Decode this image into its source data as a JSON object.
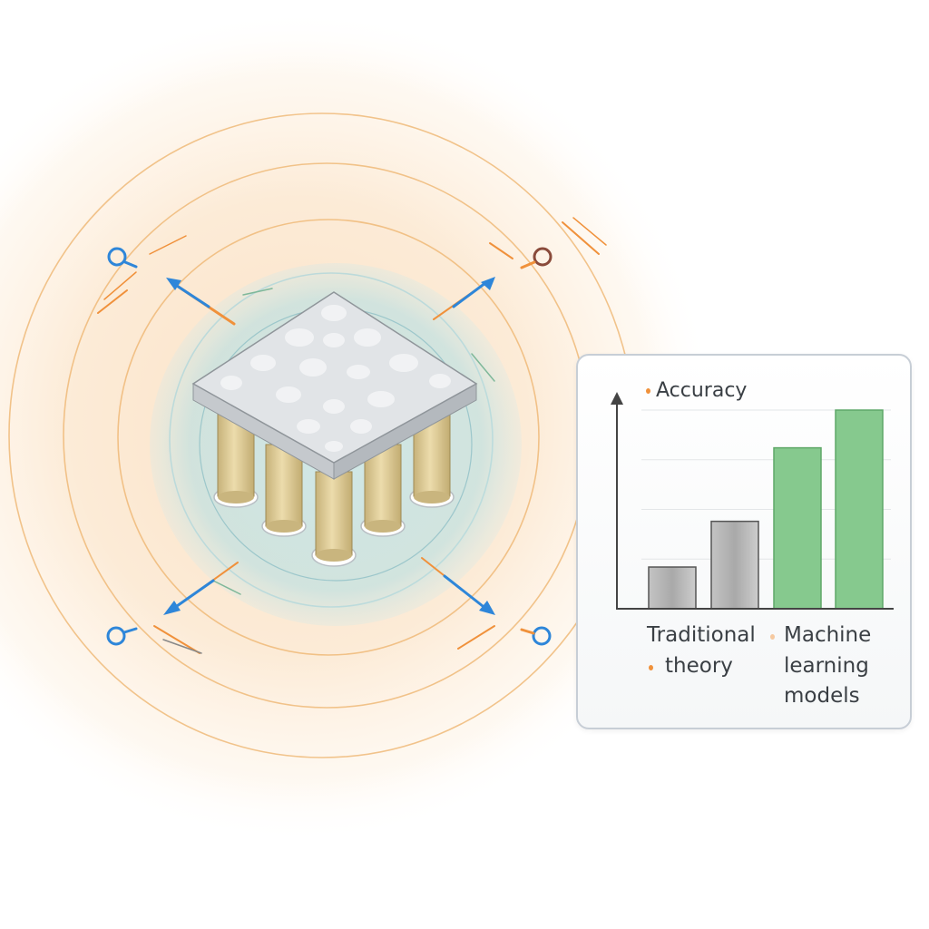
{
  "colors": {
    "ring_orange": "#f0b56b",
    "glow_teal": "#a9d7dc",
    "arrow_blue": "#2e86d9",
    "arrow_orange": "#f0913b",
    "bar_gray": "#a6a6a6",
    "bar_green": "#86c98e",
    "pillar_gold": "#d8c68f",
    "plate_gray": "#d9dcdf"
  },
  "icons": [
    "magnifier-icon",
    "magnifier-icon",
    "magnifier-icon",
    "magnifier-icon"
  ],
  "chart_data": {
    "type": "bar",
    "title": "Accuracy",
    "xlabel": "",
    "ylabel": "",
    "grid": true,
    "ylim": [
      0,
      10
    ],
    "categories": [
      "Traditional theory",
      "Machine learning models"
    ],
    "bars": [
      {
        "group": "Traditional theory",
        "value": 2.1
      },
      {
        "group": "Traditional theory",
        "value": 4.4
      },
      {
        "group": "Machine learning models",
        "value": 8.1
      },
      {
        "group": "Machine learning models",
        "value": 10.0
      }
    ],
    "labels": {
      "traditional_line1": "Traditional",
      "traditional_line2": "theory",
      "ml_line1": "Machine",
      "ml_line2": "learning",
      "ml_line3": "models"
    }
  }
}
